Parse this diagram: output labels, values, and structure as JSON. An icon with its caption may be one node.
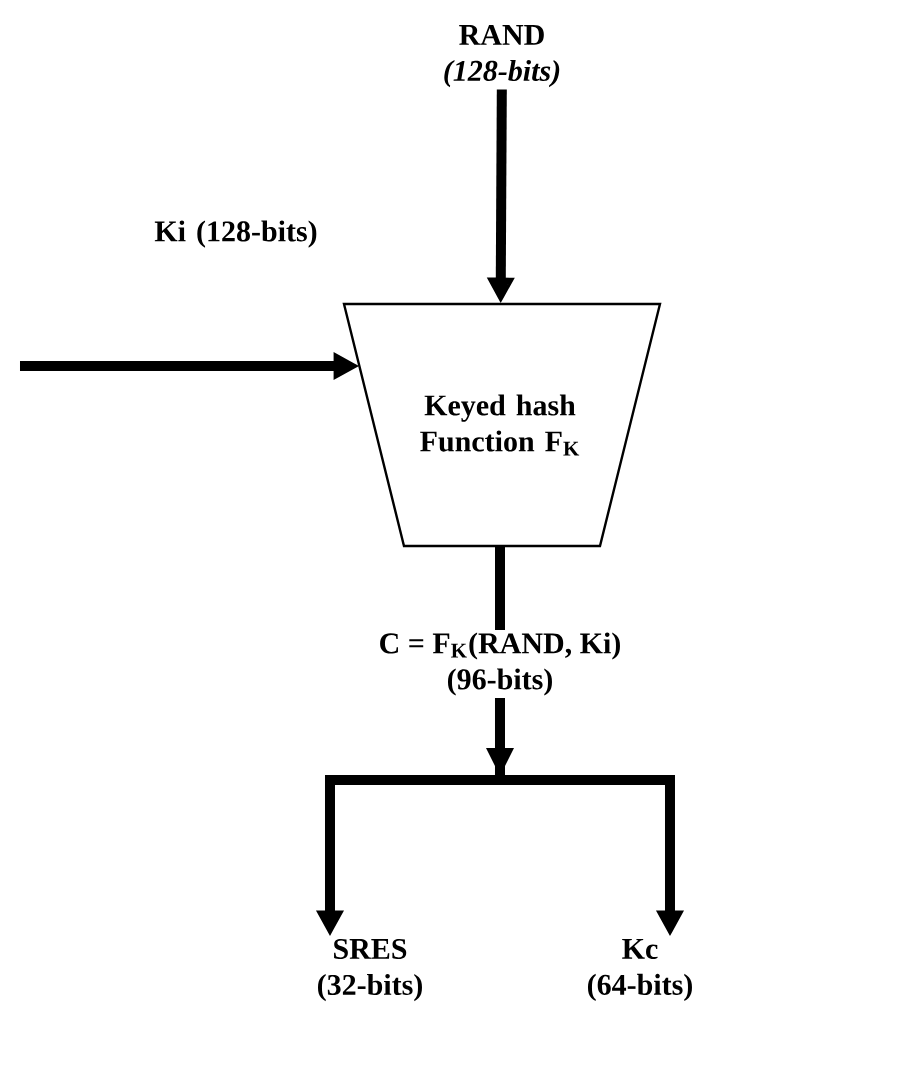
{
  "diagram": {
    "nodes": [
      {
        "text": [
          "RAND",
          "(128-bits)"
        ]
      },
      {
        "text": [
          "Keyed hash Function F$_{K}$"
        ]
      },
      {
        "text": [
          "C = F$_{K}$(RAND, Ki)",
          "(96-bits)"
        ]
      },
      {
        "text": [
          "SRES",
          "(32-bits)"
        ]
      },
      {
        "text": [
          "Kc",
          "(64-bits)"
        ]
      }
    ],
    "edges": [
      {
        "from": 0,
        "to": 1,
        "arrow": "to"
      },
      {
        "from": null,
        "to": 1,
        "arrow": "to",
        "label": "Ki (128-bits)"
      },
      {
        "from": 1,
        "to": 2,
        "arrow": "none"
      },
      {
        "from": 2,
        "to": 3,
        "arrow": "to"
      },
      {
        "from": 2,
        "to": 4,
        "arrow": "to"
      }
    ]
  }
}
